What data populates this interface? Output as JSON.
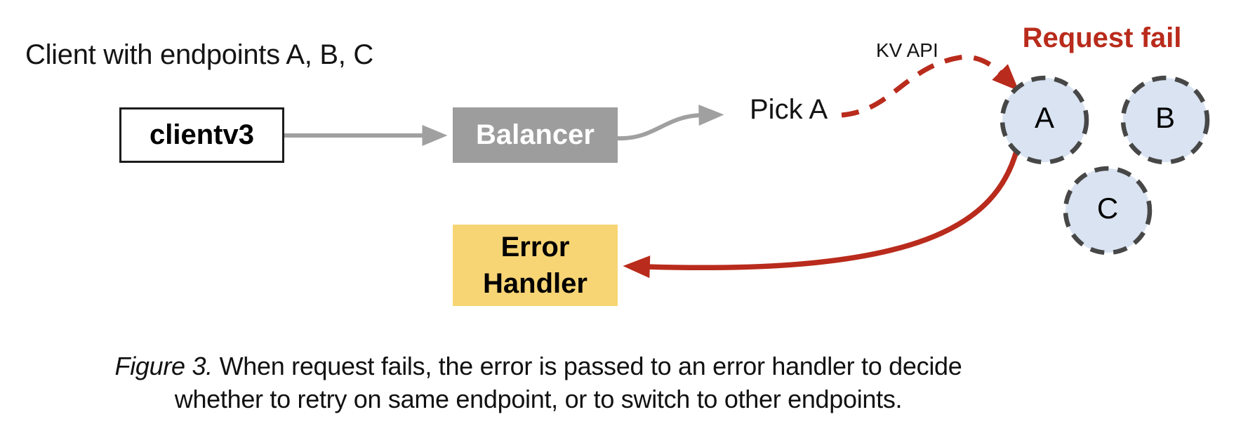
{
  "diagram": {
    "client_label": "Client with endpoints A, B, C",
    "clientv3_label": "clientv3",
    "balancer_label": "Balancer",
    "pick_label": "Pick A",
    "kv_api_label": "KV API",
    "request_fail_label": "Request fail",
    "error_handler_line1": "Error",
    "error_handler_line2": "Handler",
    "endpoints": [
      {
        "label": "A"
      },
      {
        "label": "B"
      },
      {
        "label": "C"
      }
    ]
  },
  "caption": {
    "figure_label": "Figure 3.",
    "line1_rest": " When request fails, the error is passed to an error handler to decide",
    "line2": "whether to retry on same endpoint, or to switch to other endpoints."
  },
  "colors": {
    "accent_red": "#b92b1c",
    "box_gray": "#9d9d9d",
    "arrow_gray": "#a0a0a0",
    "handler_yellow": "#f7d574",
    "endpoint_blue": "#d9e3f1",
    "endpoint_border": "#474747",
    "text_black": "#141414"
  }
}
